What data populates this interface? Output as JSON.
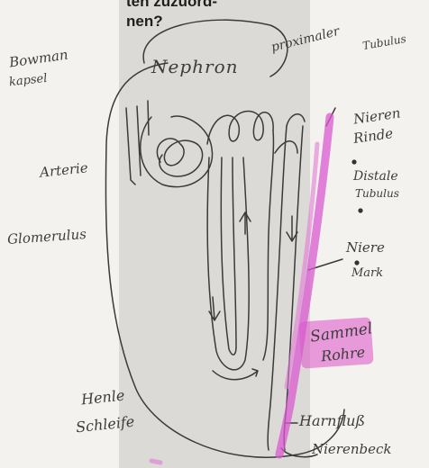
{
  "heading": {
    "line1": "ten zuzuord-",
    "line2": "nen?"
  },
  "labels": {
    "bowman": "Bowman",
    "kapsel": "kapsel",
    "nephron": "Nephron",
    "proximaler": "proximaler",
    "tubulus": "Tubulus",
    "nieren": "Nieren",
    "rinde": "Rinde",
    "distale": "Distale",
    "tubulus2": "Tubulus",
    "arterie": "Arterie",
    "glomerulus": "Glomerulus",
    "nieren_mark_a": "Niere",
    "nieren_mark_b": "Mark",
    "sammel": "Sammel",
    "rohre": "Rohre",
    "henle": "Henle",
    "schleife": "Schleife",
    "harnfluss": "Harnfluß",
    "nierenbecken": "Nierenbeck"
  }
}
